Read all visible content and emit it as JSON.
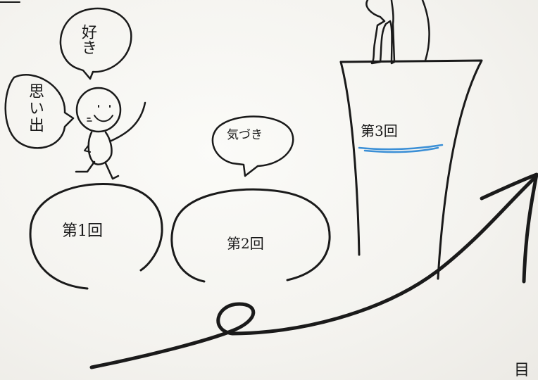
{
  "bubbles": {
    "suki": "好き",
    "omoide": "思い出",
    "kizuki": "気づき"
  },
  "steps": {
    "step1": "第1回",
    "step2": "第2回",
    "step3": "第3回"
  },
  "corner_text": "目",
  "colors": {
    "paper": "#f4f3ef",
    "ink": "#1a1a1a",
    "underline": "#3b8fd6"
  }
}
